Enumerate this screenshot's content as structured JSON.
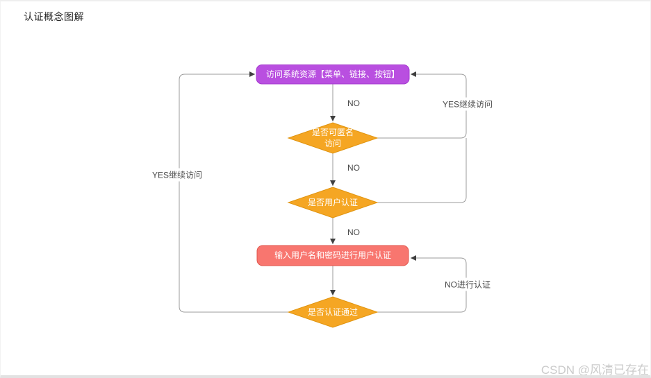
{
  "page": {
    "title": "认证概念图解",
    "watermark": "CSDN @风清已存在"
  },
  "colors": {
    "process_box": "#b94fe0",
    "process_box_border": "#a438cf",
    "decision_diamond": "#f5a623",
    "decision_diamond_border": "#e0940f",
    "input_box": "#f8766f",
    "input_box_border": "#e0574e",
    "connector_line": "#9b9b9b",
    "arrowhead": "#3f3f3f"
  },
  "flowchart": {
    "nodes": {
      "access_resource": {
        "label": "访问系统资源【菜单、链接、按钮】"
      },
      "anonymous_check": {
        "label_line1": "是否可匿名",
        "label_line2": "访问"
      },
      "user_auth_check": {
        "label": "是否用户认证"
      },
      "input_credentials": {
        "label": "输入用户名和密码进行用户认证"
      },
      "auth_pass_check": {
        "label": "是否认证通过"
      }
    },
    "edge_labels": {
      "access_to_anonymous": "NO",
      "anonymous_to_user_auth": "NO",
      "user_auth_to_input": "NO",
      "anonymous_yes_loop": "YES继续访问",
      "auth_pass_yes_loop": "YES继续访问",
      "auth_pass_no_loop": "NO进行认证"
    }
  }
}
